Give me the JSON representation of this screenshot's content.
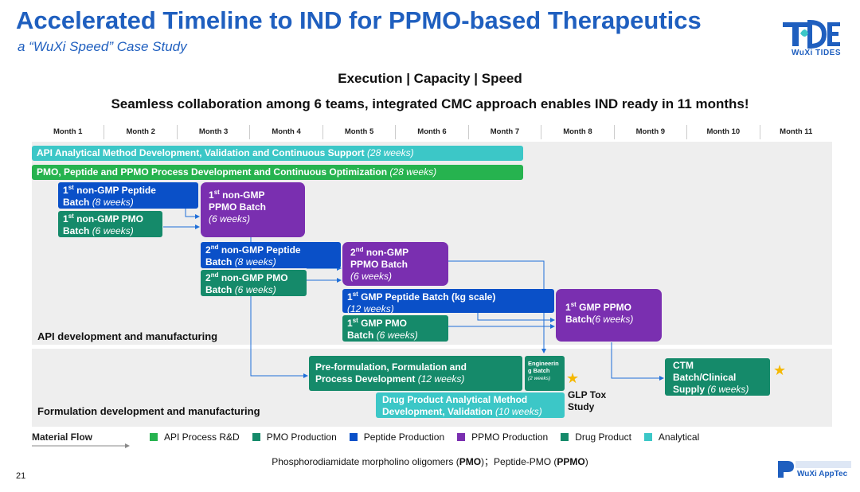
{
  "header": {
    "title": "Accelerated Timeline to IND for PPMO-based Therapeutics",
    "subtitle": "a “WuXi Speed” Case Study",
    "logo_text": "WuXi TIDES",
    "tagline": "Execution | Capacity | Speed",
    "headline": "Seamless collaboration among 6 teams, integrated CMC approach enables IND ready in 11 months!"
  },
  "months": [
    "Month 1",
    "Month 2",
    "Month 3",
    "Month 4",
    "Month 5",
    "Month 6",
    "Month 7",
    "Month 8",
    "Month 9",
    "Month 10",
    "Month 11"
  ],
  "sections": {
    "api": "API development and manufacturing",
    "formulation": "Formulation development and manufacturing"
  },
  "bars": {
    "api_analytical": {
      "label": "API Analytical Method Development, Validation and Continuous Support",
      "duration": "(28 weeks)"
    },
    "process_dev": {
      "label": "PMO, Peptide and PPMO Process Development and Continuous Optimization",
      "duration": "(28 weeks)"
    },
    "pep1": {
      "ord": "st",
      "label": "non-GMP Peptide",
      "label2": "Batch",
      "duration": "(8 weeks)"
    },
    "pmo1": {
      "ord": "st",
      "label": "non-GMP PMO",
      "label2": "Batch",
      "duration": "(6 weeks)"
    },
    "ppmo1": {
      "ord": "st",
      "label": "non-GMP",
      "label2": "PPMO Batch",
      "duration": "(6 weeks)"
    },
    "pep2": {
      "ord": "nd",
      "label": "non-GMP Peptide",
      "label2": "Batch",
      "duration": "(8 weeks)"
    },
    "pmo2": {
      "ord": "nd",
      "label": "non-GMP PMO",
      "label2": "Batch",
      "duration": "(6 weeks)"
    },
    "ppmo2": {
      "ord": "nd",
      "label": "non-GMP",
      "label2": "PPMO Batch",
      "duration": "(6 weeks)"
    },
    "gmp_pep": {
      "ord": "st",
      "label": "GMP Peptide Batch (kg scale)",
      "duration": "(12 weeks)"
    },
    "gmp_pmo": {
      "ord": "st",
      "label": "GMP PMO",
      "label2": "Batch",
      "duration": "(6 weeks)"
    },
    "gmp_ppmo": {
      "ord": "st",
      "label": "GMP PPMO",
      "label2": "Batch",
      "duration": "(6 weeks)"
    },
    "preform": {
      "label": "Pre-formulation, Formulation and",
      "label2": "Process Development",
      "duration": "(12 weeks)"
    },
    "eng": {
      "label": "Engineerin",
      "label2": "g Batch",
      "duration": "(2 weeks)"
    },
    "dp_analytical": {
      "label": "Drug Product Analytical Method",
      "label2": "Development, Validation",
      "duration": "(10 weeks)"
    },
    "ctm": {
      "label": "CTM",
      "label2": "Batch/Clinical",
      "label3": "Supply",
      "duration": "(6 weeks)"
    }
  },
  "ord_num": "1",
  "ord_num2": "2",
  "glp": "GLP Tox Study",
  "legend": {
    "title": "Material Flow",
    "items": [
      {
        "label": "API Process R&D",
        "color": "#26b34f"
      },
      {
        "label": "PMO Production",
        "color": "#158a6a"
      },
      {
        "label": "Peptide Production",
        "color": "#0a50c8"
      },
      {
        "label": "PPMO Production",
        "color": "#7a2fb0"
      },
      {
        "label": "Drug Product",
        "color": "#158a6a"
      },
      {
        "label": "Analytical",
        "color": "#3cc7c7"
      }
    ]
  },
  "footnote": {
    "pre": "Phosphorodiamidate morpholino oligomers (",
    "pmo": "PMO",
    "mid": ")；Peptide-PMO (",
    "ppmo": "PPMO",
    "post": ")"
  },
  "page_number": "21",
  "footer_logo_text": "WuXi AppTec"
}
